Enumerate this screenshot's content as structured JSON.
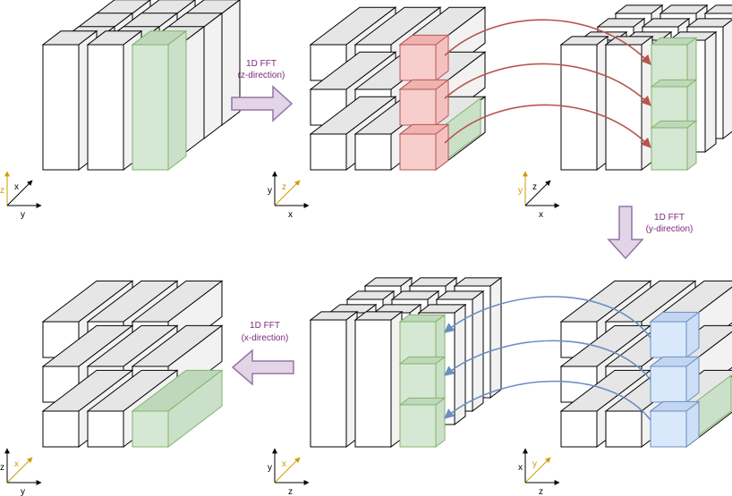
{
  "colors": {
    "box_face": "#ffffff",
    "box_side": "#f2f2f2",
    "box_top": "#e6e6e6",
    "stroke": "#000000",
    "green_face": "#d5e8d4",
    "green_side": "#cbe0c9",
    "green_top": "#bfd8bc",
    "green_stroke": "#82b366",
    "red_face": "#f8cecc",
    "red_side": "#f3c2c0",
    "red_top": "#efb3b0",
    "red_stroke": "#b85450",
    "red_arrow": "#b85450",
    "blue_face": "#dae8fc",
    "blue_side": "#cddff6",
    "blue_top": "#c2d6f2",
    "blue_stroke": "#6c8ebf",
    "blue_arrow": "#6c8ebf",
    "step_arrow_fill": "#e1d5e7",
    "step_arrow_stroke": "#9673a6",
    "label_color": "#7b2a7b",
    "axis_highlight": "#d09b00"
  },
  "steps": [
    {
      "line1": "1D FFT",
      "line2": "(z-direction)"
    },
    {
      "line1": "1D FFT",
      "line2": "(y-direction)"
    },
    {
      "line1": "1D FFT",
      "line2": "(x-direction)"
    }
  ],
  "axes": [
    {
      "name": "axes-1",
      "up": "z",
      "diag": "x",
      "right": "y",
      "highlight": "up"
    },
    {
      "name": "axes-2",
      "up": "y",
      "diag": "z",
      "right": "x",
      "highlight": "diag"
    },
    {
      "name": "axes-3",
      "up": "y",
      "diag": "z",
      "right": "x",
      "highlight": "up"
    },
    {
      "name": "axes-4",
      "up": "z",
      "diag": "x",
      "right": "y",
      "highlight": "diag"
    },
    {
      "name": "axes-5",
      "up": "y",
      "diag": "x",
      "right": "z",
      "highlight": "diag"
    },
    {
      "name": "axes-6",
      "up": "x",
      "diag": "y",
      "right": "z",
      "highlight": "diag"
    }
  ]
}
